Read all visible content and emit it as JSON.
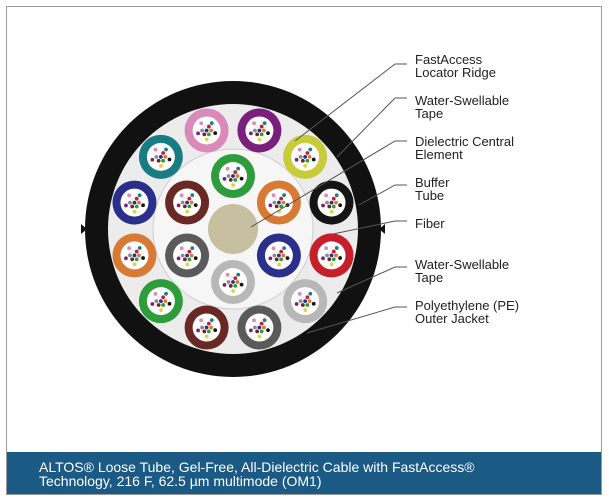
{
  "labels": {
    "fastaccess": "FastAccess\nLocator Ridge",
    "water_swellable_tape_top": "Water-Swellable\nTape",
    "dielectric_central": "Dielectric Central\nElement",
    "buffer_tube": "Buffer\nTube",
    "fiber": "Fiber",
    "water_swellable_tape_bottom": "Water-Swellable\nTape",
    "outer_jacket": "Polyethylene (PE)\nOuter Jacket"
  },
  "caption": "ALTOS® Loose Tube, Gel-Free, All-Dielectric Cable with FastAccess®\nTechnology, 216 F, 62.5 µm multimode (OM1)",
  "colors": {
    "jacket": "#111111",
    "tape": "#e9e9e9",
    "central_element": "#c6bfa0",
    "caption_bg": "#1a5a85",
    "outer_tubes": [
      "#7b1f7d",
      "#c8cc3a",
      "#151515",
      "#c71f2a",
      "#b8b8b8",
      "#5a5a5a",
      "#6a2824",
      "#2e9c3b",
      "#d97a34",
      "#2a2f8c",
      "#187d82",
      "#d98ab8"
    ],
    "inner_tubes": [
      "#2e9c3b",
      "#d97a34",
      "#2a2f8c",
      "#b8b8b8",
      "#5a5a5a",
      "#6a2824"
    ]
  }
}
